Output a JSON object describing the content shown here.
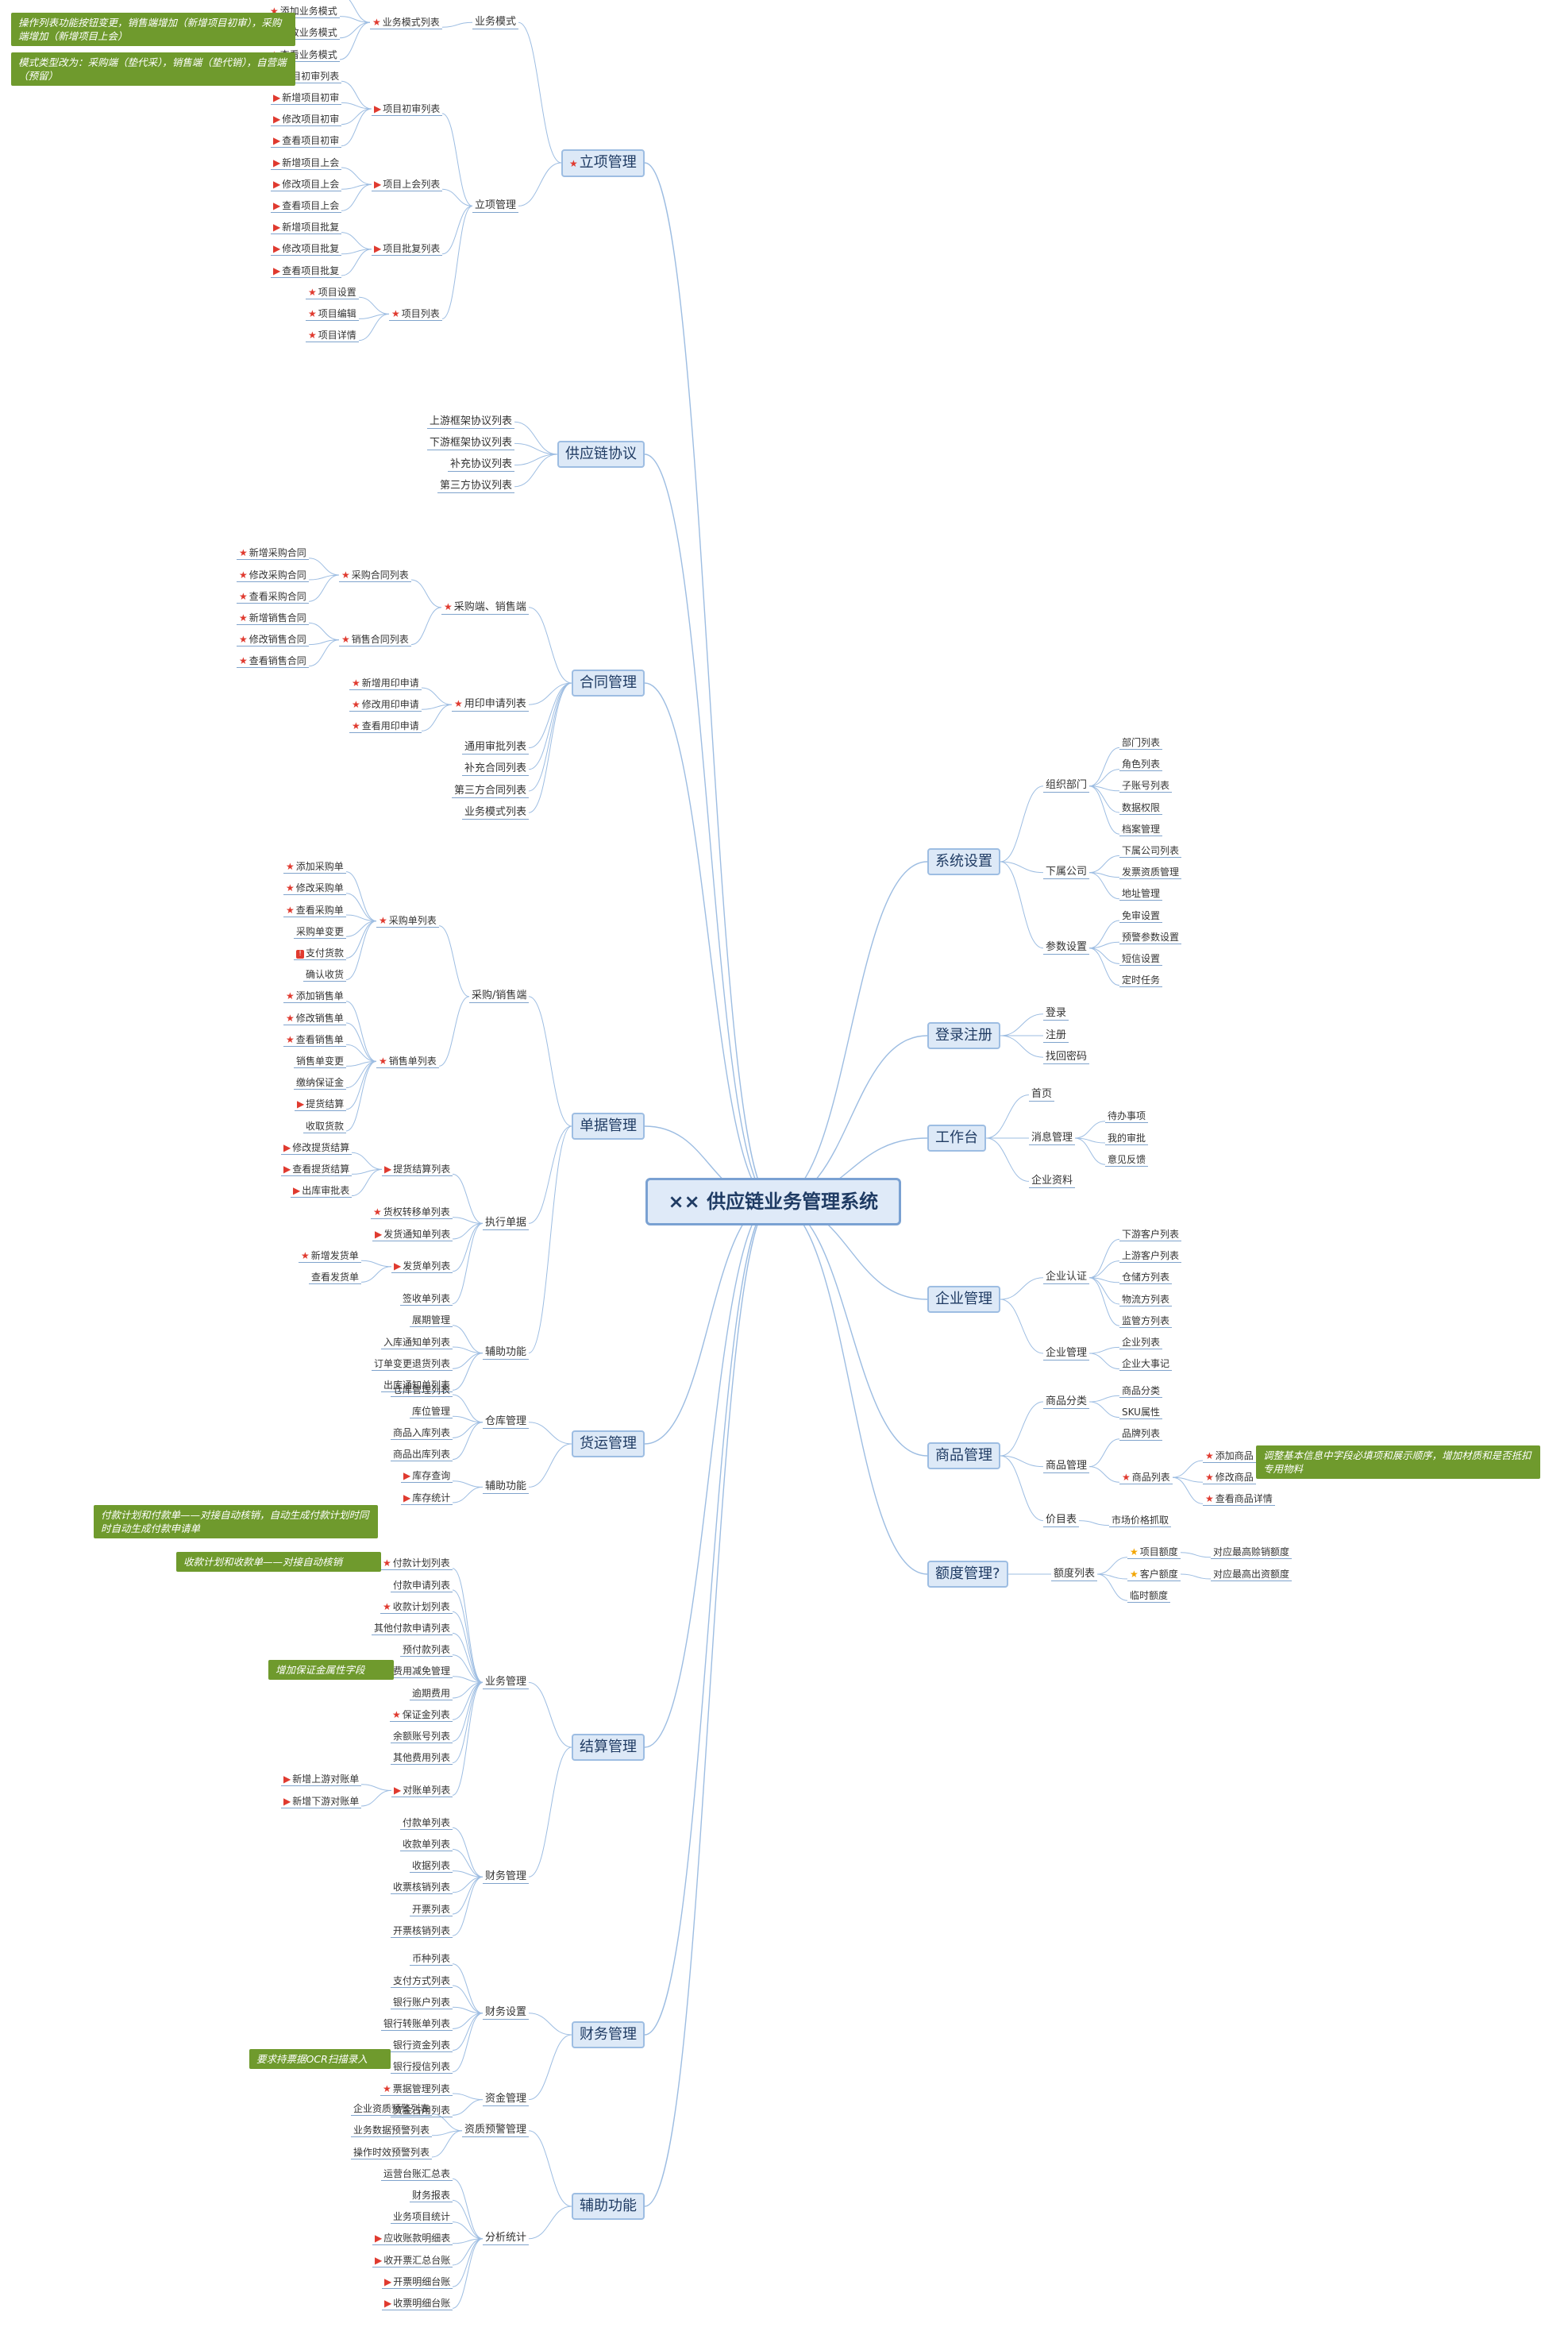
{
  "root": "×× 供应链业务管理系统",
  "branches": [
    {
      "label": "立项管理",
      "mark": "star",
      "children": [
        {
          "label": "业务模式",
          "children": [
            {
              "label": "业务模式列表",
              "mark": "star",
              "children": [
                {
                  "label": "业务模式列表",
                  "mark": "star"
                },
                {
                  "label": "添加业务模式",
                  "mark": "star"
                },
                {
                  "label": "修改业务模式",
                  "mark": "star"
                },
                {
                  "label": "查看业务模式",
                  "mark": "star"
                }
              ]
            }
          ]
        },
        {
          "label": "立项管理",
          "children": [
            {
              "label": "项目初审列表",
              "mark": "flag",
              "children": [
                {
                  "label": "项目初审列表",
                  "mark": "flag"
                },
                {
                  "label": "新增项目初审",
                  "mark": "flag"
                },
                {
                  "label": "修改项目初审",
                  "mark": "flag"
                },
                {
                  "label": "查看项目初审",
                  "mark": "flag"
                }
              ]
            },
            {
              "label": "项目上会列表",
              "mark": "flag",
              "children": [
                {
                  "label": "新增项目上会",
                  "mark": "flag"
                },
                {
                  "label": "修改项目上会",
                  "mark": "flag"
                },
                {
                  "label": "查看项目上会",
                  "mark": "flag"
                }
              ]
            },
            {
              "label": "项目批复列表",
              "mark": "flag",
              "children": [
                {
                  "label": "新增项目批复",
                  "mark": "flag"
                },
                {
                  "label": "修改项目批复",
                  "mark": "flag"
                },
                {
                  "label": "查看项目批复",
                  "mark": "flag"
                }
              ]
            },
            {
              "label": "项目列表",
              "mark": "star",
              "children": [
                {
                  "label": "项目设置",
                  "mark": "star"
                },
                {
                  "label": "项目编辑",
                  "mark": "star"
                },
                {
                  "label": "项目详情",
                  "mark": "star"
                }
              ]
            }
          ]
        }
      ]
    },
    {
      "label": "供应链协议",
      "children": [
        {
          "label": "上游框架协议列表"
        },
        {
          "label": "下游框架协议列表"
        },
        {
          "label": "补充协议列表"
        },
        {
          "label": "第三方协议列表"
        }
      ]
    },
    {
      "label": "合同管理",
      "children": [
        {
          "label": "采购端、销售端",
          "mark": "star",
          "children": [
            {
              "label": "采购合同列表",
              "mark": "star",
              "children": [
                {
                  "label": "新增采购合同",
                  "mark": "star"
                },
                {
                  "label": "修改采购合同",
                  "mark": "star"
                },
                {
                  "label": "查看采购合同",
                  "mark": "star"
                }
              ]
            },
            {
              "label": "销售合同列表",
              "mark": "star",
              "children": [
                {
                  "label": "新增销售合同",
                  "mark": "star"
                },
                {
                  "label": "修改销售合同",
                  "mark": "star"
                },
                {
                  "label": "查看销售合同",
                  "mark": "star"
                }
              ]
            }
          ]
        },
        {
          "label": "用印申请列表",
          "mark": "star",
          "children": [
            {
              "label": "新增用印申请",
              "mark": "star"
            },
            {
              "label": "修改用印申请",
              "mark": "star"
            },
            {
              "label": "查看用印申请",
              "mark": "star"
            }
          ]
        },
        {
          "label": "通用审批列表"
        },
        {
          "label": "补充合同列表"
        },
        {
          "label": "第三方合同列表"
        },
        {
          "label": "业务模式列表"
        }
      ]
    },
    {
      "label": "单据管理",
      "children": [
        {
          "label": "采购/销售端",
          "children": [
            {
              "label": "采购单列表",
              "mark": "star",
              "children": [
                {
                  "label": "添加采购单",
                  "mark": "star"
                },
                {
                  "label": "修改采购单",
                  "mark": "star"
                },
                {
                  "label": "查看采购单",
                  "mark": "star"
                },
                {
                  "label": "采购单变更"
                },
                {
                  "label": "支付货款",
                  "mark": "badge"
                },
                {
                  "label": "确认收货"
                }
              ]
            },
            {
              "label": "销售单列表",
              "mark": "star",
              "children": [
                {
                  "label": "添加销售单",
                  "mark": "star"
                },
                {
                  "label": "修改销售单",
                  "mark": "star"
                },
                {
                  "label": "查看销售单",
                  "mark": "star"
                },
                {
                  "label": "销售单变更"
                },
                {
                  "label": "缴纳保证金"
                },
                {
                  "label": "提货结算",
                  "mark": "flag"
                },
                {
                  "label": "收取货款"
                }
              ]
            }
          ]
        },
        {
          "label": "执行单据",
          "children": [
            {
              "label": "提货结算列表",
              "mark": "flag",
              "children": [
                {
                  "label": "修改提货结算",
                  "mark": "flag"
                },
                {
                  "label": "查看提货结算",
                  "mark": "flag"
                },
                {
                  "label": "出库审批表",
                  "mark": "flag"
                }
              ]
            },
            {
              "label": "货权转移单列表",
              "mark": "star"
            },
            {
              "label": "发货通知单列表",
              "mark": "flag"
            },
            {
              "label": "发货单列表",
              "mark": "flag",
              "children": [
                {
                  "label": "新增发货单",
                  "mark": "star"
                },
                {
                  "label": "查看发货单"
                }
              ]
            },
            {
              "label": "签收单列表"
            }
          ]
        },
        {
          "label": "辅助功能",
          "children": [
            {
              "label": "展期管理"
            },
            {
              "label": "入库通知单列表"
            },
            {
              "label": "订单变更退货列表"
            },
            {
              "label": "出库通知单列表"
            }
          ]
        }
      ]
    },
    {
      "label": "货运管理",
      "children": [
        {
          "label": "仓库管理",
          "children": [
            {
              "label": "仓库管理列表"
            },
            {
              "label": "库位管理"
            },
            {
              "label": "商品入库列表"
            },
            {
              "label": "商品出库列表"
            }
          ]
        },
        {
          "label": "辅助功能",
          "children": [
            {
              "label": "库存查询",
              "mark": "flag"
            },
            {
              "label": "库存统计",
              "mark": "flag"
            }
          ]
        }
      ]
    },
    {
      "label": "结算管理",
      "children": [
        {
          "label": "业务管理",
          "children": [
            {
              "label": "付款计划列表",
              "mark": "star"
            },
            {
              "label": "付款申请列表"
            },
            {
              "label": "收款计划列表",
              "mark": "star"
            },
            {
              "label": "其他付款申请列表"
            },
            {
              "label": "预付款列表"
            },
            {
              "label": "费用减免管理"
            },
            {
              "label": "逾期费用"
            },
            {
              "label": "保证金列表",
              "mark": "star"
            },
            {
              "label": "余额账号列表"
            },
            {
              "label": "其他费用列表"
            },
            {
              "label": "对账单列表",
              "mark": "flag",
              "children": [
                {
                  "label": "新增上游对账单",
                  "mark": "flag"
                },
                {
                  "label": "新增下游对账单",
                  "mark": "flag"
                }
              ]
            }
          ]
        },
        {
          "label": "财务管理",
          "children": [
            {
              "label": "付款单列表"
            },
            {
              "label": "收款单列表"
            },
            {
              "label": "收据列表"
            },
            {
              "label": "收票核销列表"
            },
            {
              "label": "开票列表"
            },
            {
              "label": "开票核销列表"
            }
          ]
        }
      ]
    },
    {
      "label": "财务管理",
      "children": [
        {
          "label": "财务设置",
          "children": [
            {
              "label": "币种列表"
            },
            {
              "label": "支付方式列表"
            },
            {
              "label": "银行账户列表"
            },
            {
              "label": "银行转账单列表"
            },
            {
              "label": "银行资金列表"
            },
            {
              "label": "银行授信列表"
            }
          ]
        },
        {
          "label": "资金管理",
          "children": [
            {
              "label": "票据管理列表",
              "mark": "star"
            },
            {
              "label": "资金占用列表"
            }
          ]
        }
      ]
    },
    {
      "label": "辅助功能",
      "children": [
        {
          "label": "资质预警管理",
          "children": [
            {
              "label": "企业资质预警列表"
            },
            {
              "label": "业务数据预警列表"
            },
            {
              "label": "操作时效预警列表"
            }
          ]
        },
        {
          "label": "分析统计",
          "children": [
            {
              "label": "运营台账汇总表"
            },
            {
              "label": "财务报表"
            },
            {
              "label": "业务项目统计"
            },
            {
              "label": "应收账款明细表",
              "mark": "flag"
            },
            {
              "label": "收开票汇总台账",
              "mark": "flag"
            },
            {
              "label": "开票明细台账",
              "mark": "flag"
            },
            {
              "label": "收票明细台账",
              "mark": "flag"
            }
          ]
        }
      ]
    },
    {
      "label": "系统设置",
      "children": [
        {
          "label": "组织部门",
          "children": [
            {
              "label": "部门列表"
            },
            {
              "label": "角色列表"
            },
            {
              "label": "子账号列表"
            },
            {
              "label": "数据权限"
            },
            {
              "label": "档案管理"
            }
          ]
        },
        {
          "label": "下属公司",
          "children": [
            {
              "label": "下属公司列表"
            },
            {
              "label": "发票资质管理"
            },
            {
              "label": "地址管理"
            }
          ]
        },
        {
          "label": "参数设置",
          "children": [
            {
              "label": "免审设置"
            },
            {
              "label": "预警参数设置"
            },
            {
              "label": "短信设置"
            },
            {
              "label": "定时任务"
            }
          ]
        }
      ]
    },
    {
      "label": "登录注册",
      "children": [
        {
          "label": "登录"
        },
        {
          "label": "注册"
        },
        {
          "label": "找回密码"
        }
      ]
    },
    {
      "label": "工作台",
      "children": [
        {
          "label": "首页"
        },
        {
          "label": "消息管理",
          "children": [
            {
              "label": "待办事项"
            },
            {
              "label": "我的审批"
            },
            {
              "label": "意见反馈"
            }
          ]
        },
        {
          "label": "企业资料"
        }
      ]
    },
    {
      "label": "企业管理",
      "children": [
        {
          "label": "企业认证",
          "children": [
            {
              "label": "下游客户列表"
            },
            {
              "label": "上游客户列表"
            },
            {
              "label": "仓储方列表"
            },
            {
              "label": "物流方列表"
            },
            {
              "label": "监管方列表"
            }
          ]
        },
        {
          "label": "企业管理",
          "children": [
            {
              "label": "企业列表"
            },
            {
              "label": "企业大事记"
            }
          ]
        }
      ]
    },
    {
      "label": "商品管理",
      "children": [
        {
          "label": "商品分类",
          "children": [
            {
              "label": "商品分类"
            },
            {
              "label": "SKU属性"
            }
          ]
        },
        {
          "label": "商品管理",
          "children": [
            {
              "label": "品牌列表"
            },
            {
              "label": "商品列表",
              "mark": "star",
              "children": [
                {
                  "label": "添加商品",
                  "mark": "star"
                },
                {
                  "label": "修改商品",
                  "mark": "star"
                },
                {
                  "label": "查看商品详情",
                  "mark": "star"
                }
              ]
            }
          ]
        },
        {
          "label": "价目表",
          "children": [
            {
              "label": "市场价格抓取"
            }
          ]
        }
      ]
    },
    {
      "label": "额度管理?",
      "children": [
        {
          "label": "额度列表",
          "children": [
            {
              "label": "项目额度",
              "mark": "ystar",
              "children": [
                {
                  "label": "对应最高赊销额度"
                }
              ]
            },
            {
              "label": "客户额度",
              "mark": "ystar",
              "children": [
                {
                  "label": "对应最高出资额度"
                }
              ]
            },
            {
              "label": "临时额度"
            }
          ]
        }
      ]
    }
  ],
  "notes": [
    {
      "text": "操作列表功能按钮变更，销售端增加（新增项目初审），采购端增加（新增项目上会）"
    },
    {
      "text": "模式类型改为：采购端（垫代采），销售端（垫代销），自营端（预留）"
    },
    {
      "text": "付款计划和付款单——对接自动核销，自动生成付款计划时同时自动生成付款申请单"
    },
    {
      "text": "收款计划和收款单——对接自动核销"
    },
    {
      "text": "增加保证金属性字段"
    },
    {
      "text": "要求持票据OCR扫描录入"
    },
    {
      "text": "调整基本信息中字段必填项和展示顺序，增加材质和是否抵扣专用物料"
    }
  ],
  "colors": {
    "link": "#9dbde2",
    "note": "#6f9a2d",
    "star": "#e03a2f",
    "gold": "#f2a500"
  }
}
